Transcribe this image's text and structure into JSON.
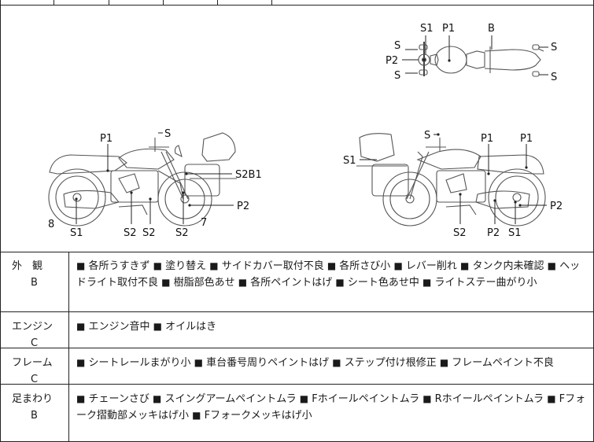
{
  "diagram": {
    "top_view": [
      "S1",
      "P1",
      "B",
      "S",
      "P2",
      "S",
      "S",
      "S"
    ],
    "left_view": [
      "P1",
      "S",
      "S2B1",
      "P2",
      "8",
      "S1",
      "S2",
      "S2",
      "S2",
      "7"
    ],
    "right_view": [
      "S",
      "P1",
      "P1",
      "S1",
      "P2",
      "S2",
      "P2",
      "S1"
    ]
  },
  "sections": [
    {
      "category": "外　観",
      "grade": "B",
      "items": [
        "各所うすきず",
        "塗り替え",
        "サイドカバー取付不良",
        "各所さび小",
        "レバー削れ",
        "タンク内未確認",
        "ヘッドライト取付不良",
        "樹脂部色あせ",
        "各所ペイントはげ",
        "シート色あせ中",
        "ライトステー曲がり小"
      ]
    },
    {
      "category": "エンジン",
      "grade": "C",
      "items": [
        "エンジン音中",
        "オイルはき"
      ]
    },
    {
      "category": "フレーム",
      "grade": "C",
      "items": [
        "シートレールまがり小",
        "車台番号周りペイントはげ",
        "ステップ付け根修正",
        "フレームペイント不良"
      ]
    },
    {
      "category": "足まわり",
      "grade": "B",
      "items": [
        "チェーンさび",
        "スイングアームペイントムラ",
        "Fホイールペイントムラ",
        "Rホイールペイントムラ",
        "Fフォーク摺動部メッキはげ小",
        "Fフォークメッキはげ小"
      ]
    }
  ],
  "bullet": "■"
}
